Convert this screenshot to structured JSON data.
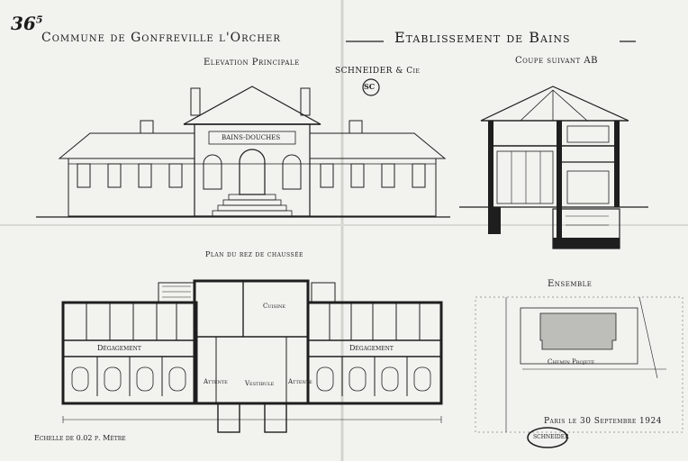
{
  "sheet_number": "36",
  "sheet_number_suffix": "5",
  "header": {
    "commune": "Commune de Gonfreville l'Orcher",
    "establishment": "Etablissement de Bains"
  },
  "titles": {
    "elevation": "Elevation Principale",
    "section": "Coupe suivant AB",
    "plan": "Plan du rez de chaussée",
    "site": "Ensemble"
  },
  "firm": "SCHNEIDER & Cie",
  "firm_monogram": "SC",
  "facade_sign": "BAINS-DOUCHES",
  "plan_labels": {
    "corridor_left": "Dégagement",
    "corridor_right": "Dégagement",
    "waiting_left": "Attente",
    "waiting_right": "Attente",
    "vestibule": "Vestibule",
    "cuisine": "Cuisine"
  },
  "site_labels": {
    "road": "Chemin Projeté"
  },
  "scale_note": "Echelle de 0.02 p. Mètre",
  "date_line": "Paris le 30 Septembre 1924",
  "stamp_text": "SCHNEIDER"
}
